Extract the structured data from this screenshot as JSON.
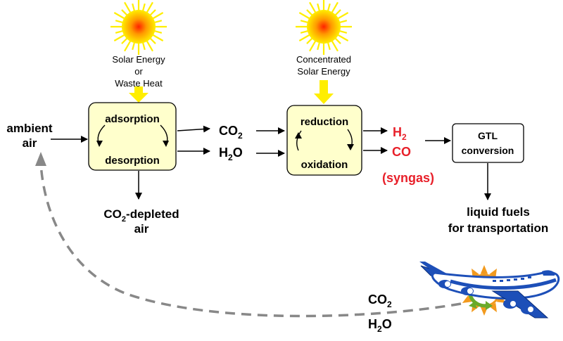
{
  "colors": {
    "box_fill": "#ffffcc",
    "sun_core": "#ff3300",
    "sun_rays": "#ffee00",
    "solar_arrow": "#ffee00",
    "syngas_red": "#e8202a",
    "return_arrow": "#888888",
    "plane_blue": "#1d4fb8",
    "recycle_green": "#6aaa2a",
    "recycle_orange": "#f29a1e"
  },
  "icons": {
    "sun_left": "sun-icon",
    "sun_right": "sun-icon",
    "plane": "airplane-icon",
    "recycle_sun": "recycle-sun-icon"
  },
  "stage1": {
    "solar_line1": "Solar Energy",
    "solar_line2": "or",
    "solar_line3": "Waste Heat",
    "top": "adsorption",
    "bottom": "desorption"
  },
  "inputs": {
    "ambient_line1": "ambient",
    "ambient_line2": "air"
  },
  "mid": {
    "co2_main": "CO",
    "co2_sub": "2",
    "h2o_h": "H",
    "h2o_sub": "2",
    "h2o_o": "O"
  },
  "depleted": {
    "co2_main": "CO",
    "co2_sub": "2",
    "suffix": "-depleted",
    "line2": "air"
  },
  "stage2": {
    "solar_line1": "Concentrated",
    "solar_line2": "Solar Energy",
    "top": "reduction",
    "bottom": "oxidation"
  },
  "outputs": {
    "h2_main": "H",
    "h2_sub": "2",
    "co": "CO",
    "syngas": "(syngas)"
  },
  "gtl": {
    "line1": "GTL",
    "line2": "conversion"
  },
  "fuels": {
    "line1": "liquid fuels",
    "line2": "for transportation"
  },
  "exhaust": {
    "co2_main": "CO",
    "co2_sub": "2",
    "h2o_h": "H",
    "h2o_sub": "2",
    "h2o_o": "O"
  }
}
